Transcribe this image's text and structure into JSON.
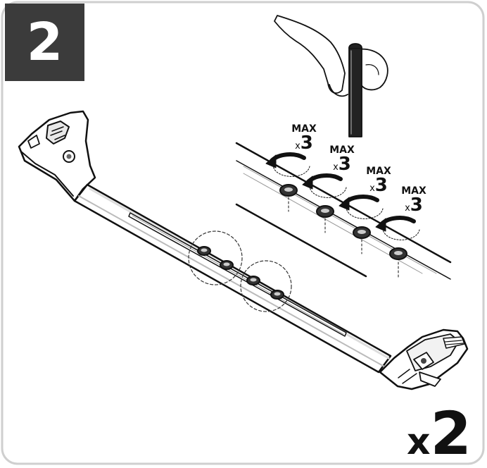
{
  "step": {
    "number": "2"
  },
  "quantity": {
    "prefix": "x",
    "count": "2"
  },
  "torque_labels": [
    {
      "word": "MAX",
      "prefix": "x",
      "count": "3"
    },
    {
      "word": "MAX",
      "prefix": "x",
      "count": "3"
    },
    {
      "word": "MAX",
      "prefix": "x",
      "count": "3"
    },
    {
      "word": "MAX",
      "prefix": "x",
      "count": "3"
    }
  ],
  "colors": {
    "step_box": "#3b3b3b",
    "line_art": "#111111",
    "frame": "#cfcfcf"
  },
  "icons": [
    "hand-with-allen-key-icon",
    "rotation-arrow-icon",
    "bolt-icon"
  ]
}
